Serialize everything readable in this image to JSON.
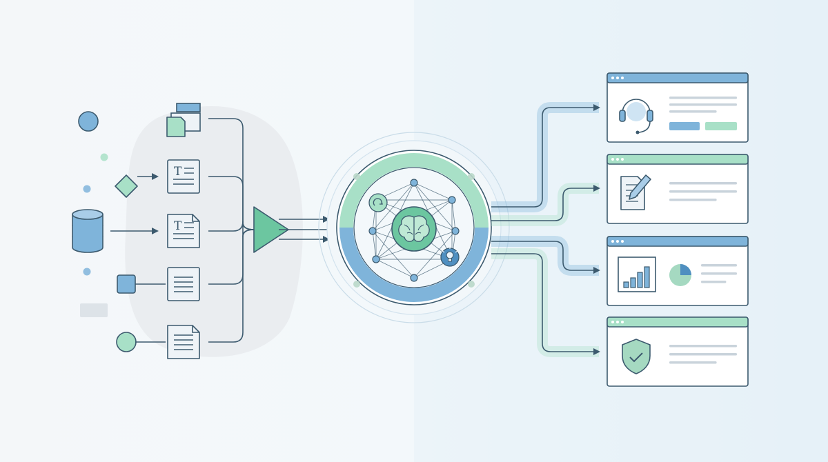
{
  "diagram": {
    "colors": {
      "bg_left": "#f4f7f9",
      "bg_right": "#e6f1f8",
      "blob": "#e7eaed",
      "stroke": "#3c5a6e",
      "blue": "#7fb4da",
      "blue_dark": "#4f8fc0",
      "green": "#a8e0c7",
      "green_dark": "#6cc6a0",
      "paper": "#eef3f7",
      "white": "#ffffff",
      "text_line": "#c9d3db"
    },
    "sources": {
      "markers": [
        {
          "shape": "circle",
          "fill": "blue"
        },
        {
          "shape": "dot",
          "fill": "green"
        },
        {
          "shape": "diamond",
          "fill": "green"
        },
        {
          "shape": "dot",
          "fill": "blue"
        },
        {
          "shape": "database",
          "fill": "blue"
        },
        {
          "shape": "dot",
          "fill": "blue"
        },
        {
          "shape": "square",
          "fill": "blue"
        },
        {
          "shape": "circle",
          "fill": "green"
        }
      ],
      "documents": [
        {
          "icon": "folder-stack-icon",
          "glyph": ""
        },
        {
          "icon": "text-document-icon",
          "glyph": "T"
        },
        {
          "icon": "text-document-icon",
          "glyph": "T"
        },
        {
          "icon": "lined-document-icon",
          "glyph": ""
        },
        {
          "icon": "file-document-icon",
          "glyph": ""
        }
      ]
    },
    "core": {
      "icon": "brain-icon",
      "badges": [
        "refresh-icon",
        "lightbulb-icon"
      ]
    },
    "outputs": [
      {
        "icon": "headset-icon",
        "accent": "blue"
      },
      {
        "icon": "document-edit-icon",
        "accent": "green"
      },
      {
        "icon": "analytics-icon",
        "accent": "blue"
      },
      {
        "icon": "shield-check-icon",
        "accent": "green"
      }
    ]
  }
}
